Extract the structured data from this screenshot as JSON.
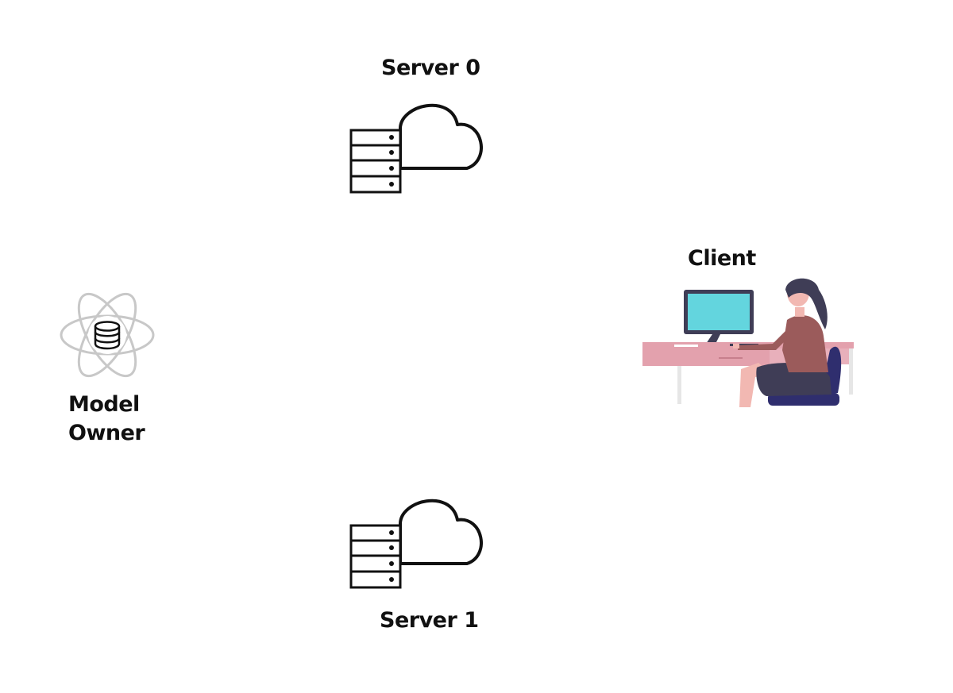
{
  "nodes": {
    "server0": {
      "label": "Server 0",
      "icon": "cloud-server-icon"
    },
    "server1": {
      "label": "Server 1",
      "icon": "cloud-server-icon"
    },
    "client": {
      "label": "Client",
      "icon": "person-at-desk-icon"
    },
    "model_owner": {
      "label_line1": "Model",
      "label_line2": "Owner",
      "icon": "atom-database-icon"
    }
  },
  "colors": {
    "line": "#111111",
    "atom": "#c8c8c8",
    "desk": "#e3a1ad",
    "screen": "#63d5de",
    "shirt": "#9b5b5b",
    "skirt": "#3f3d56",
    "skin": "#f2b8b2",
    "chair": "#2f2e6e"
  }
}
